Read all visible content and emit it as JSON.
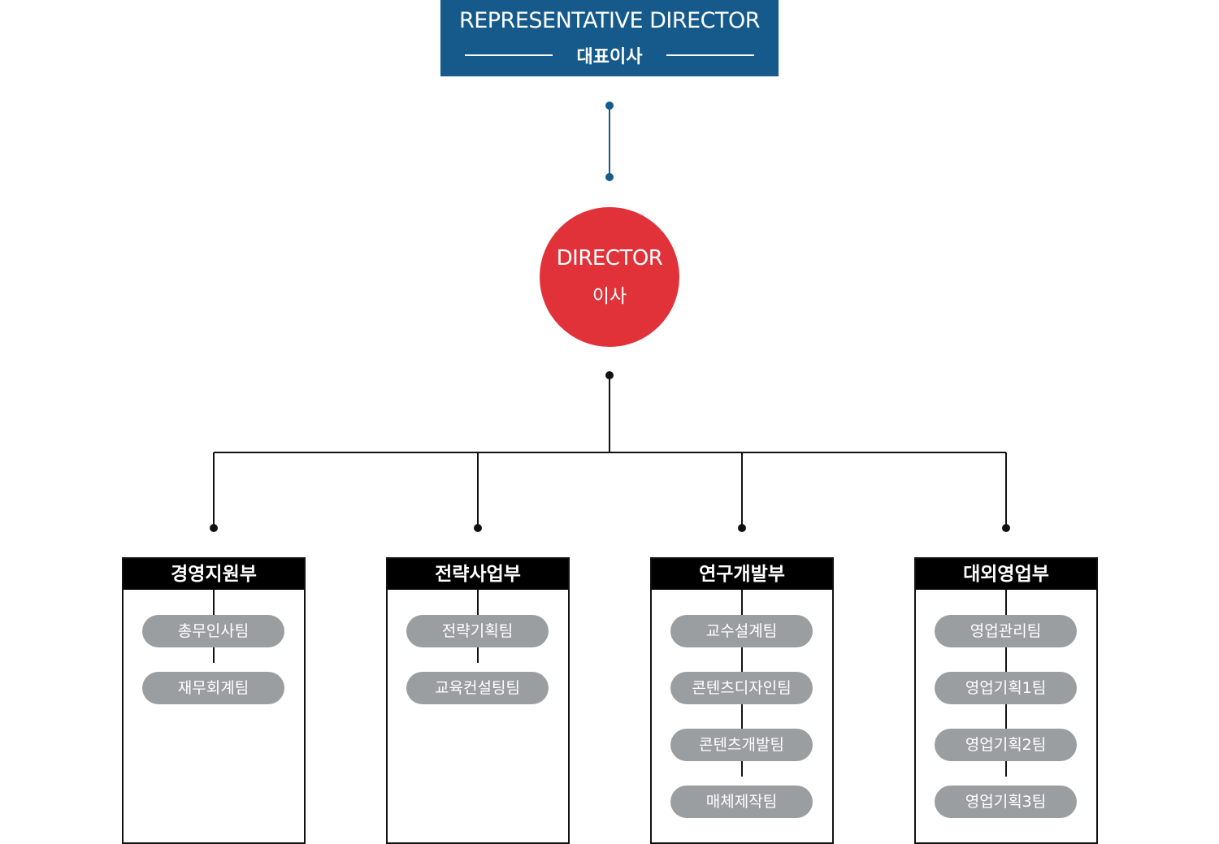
{
  "representative": {
    "title_en": "REPRESENTATIVE DIRECTOR",
    "title_ko": "대표이사"
  },
  "director": {
    "title_en": "DIRECTOR",
    "title_ko": "이사"
  },
  "colors": {
    "representative_bg": "#155a8a",
    "director_bg": "#e03238",
    "team_bg": "#9a9ea1",
    "line": "#111111"
  },
  "departments": [
    {
      "name": "경영지원부",
      "teams": [
        "총무인사팀",
        "재무회계팀"
      ]
    },
    {
      "name": "전략사업부",
      "teams": [
        "전략기획팀",
        "교육컨설팅팀"
      ]
    },
    {
      "name": "연구개발부",
      "teams": [
        "교수설계팀",
        "콘텐츠디자인팀",
        "콘텐츠개발팀",
        "매체제작팀"
      ]
    },
    {
      "name": "대외영업부",
      "teams": [
        "영업관리팀",
        "영업기획1팀",
        "영업기획2팀",
        "영업기획3팀"
      ]
    }
  ]
}
